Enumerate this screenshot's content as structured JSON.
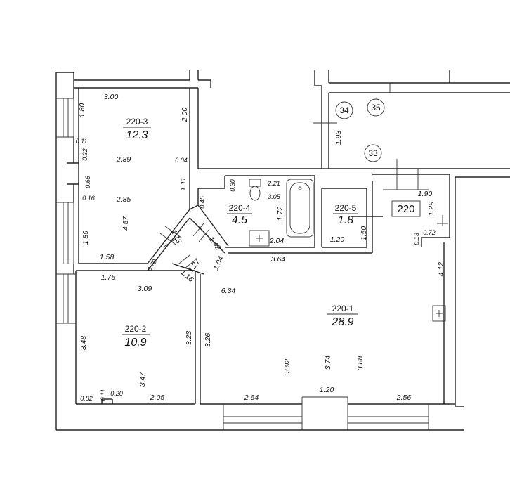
{
  "rooms": {
    "r3": {
      "id": "220-3",
      "area": "12.3"
    },
    "r2": {
      "id": "220-2",
      "area": "10.9"
    },
    "r4": {
      "id": "220-4",
      "area": "4.5"
    },
    "r5": {
      "id": "220-5",
      "area": "1.8"
    },
    "r1": {
      "id": "220-1",
      "area": "28.9"
    }
  },
  "apartment_number": "220",
  "axis_markers": [
    "34",
    "35",
    "33"
  ],
  "dimensions": {
    "d300": "3.00",
    "d180": "1.80",
    "d200": "2.00",
    "d011": "0.11",
    "d022": "0.22",
    "d289": "2.89",
    "d004": "0.04",
    "d066": "0.66",
    "d111": "1.11",
    "d016": "0.16",
    "d285": "2.85",
    "d457": "4.57",
    "d189": "1.89",
    "d158": "1.58",
    "d113": "1.13",
    "d070": "0.70",
    "d175": "1.75",
    "d309": "3.09",
    "d127": "1.27",
    "d116": "1.16",
    "d348": "3.48",
    "d323": "3.23",
    "d347": "3.47",
    "d082": "0.82",
    "d011b": "0.11",
    "d020": "0.20",
    "d205": "2.05",
    "d030": "0.30",
    "d221": "2.21",
    "d305": "3.05",
    "d045": "0.45",
    "d172": "1.72",
    "d142": "1.42",
    "d204": "2.04",
    "d104": "1.04",
    "d364": "3.64",
    "d634": "6.34",
    "d326": "3.26",
    "d150": "1.50",
    "d120": "1.20",
    "d190": "1.90",
    "d129": "1.29",
    "d013": "0.13",
    "d072": "0.72",
    "d412": "4.12",
    "d193": "1.93",
    "d392": "3.92",
    "d374": "3.74",
    "d388": "3.88",
    "d264": "2.64",
    "d120b": "1.20",
    "d256": "2.56"
  }
}
